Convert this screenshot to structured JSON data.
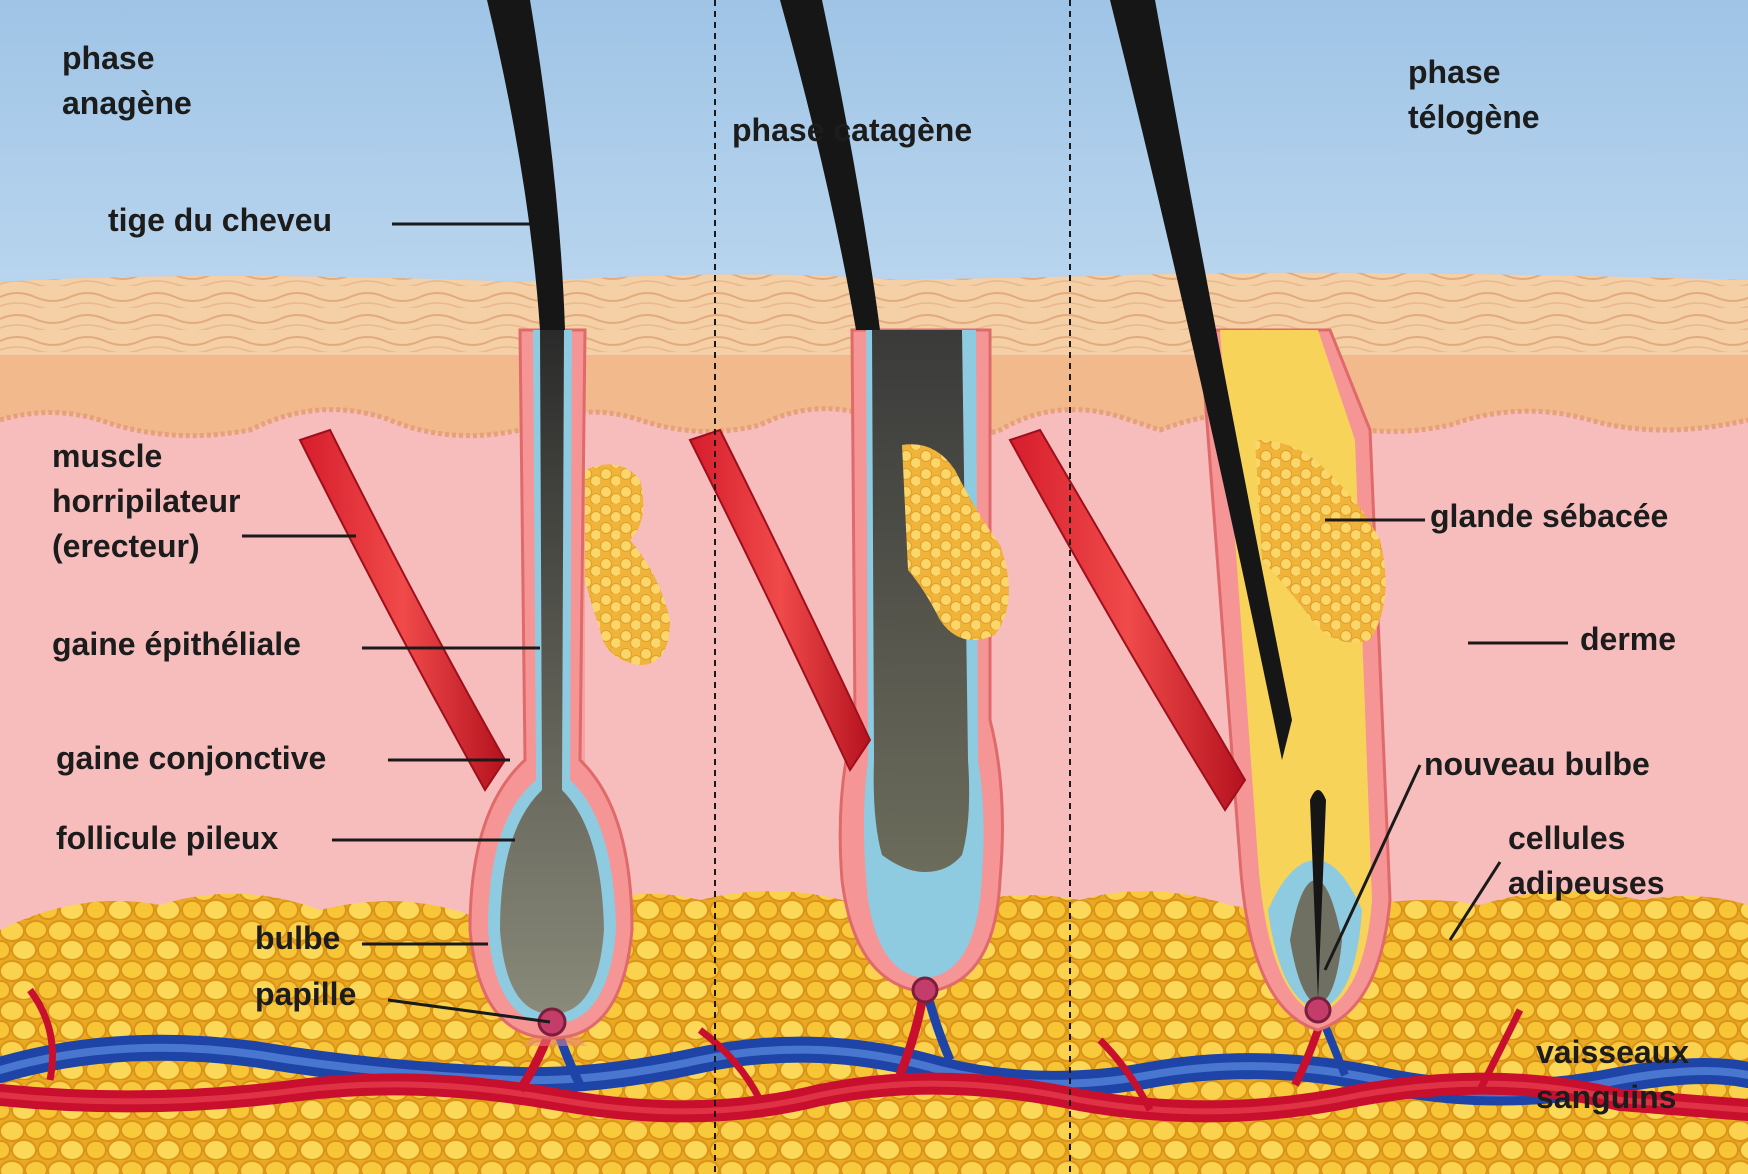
{
  "phases": {
    "anagen": [
      "phase",
      "anagène"
    ],
    "catagen": "phase catagène",
    "telogen": [
      "phase",
      "télogène"
    ]
  },
  "labels": {
    "tige": "tige du cheveu",
    "muscle": [
      "muscle",
      "horripilateur",
      "(erecteur)"
    ],
    "gaine_epitheliale": "gaine épithéliale",
    "gaine_conjonctive": "gaine conjonctive",
    "follicule": "follicule pileux",
    "bulbe": "bulbe",
    "papille": "papille",
    "glande": "glande sébacée",
    "derme": "derme",
    "nouveau_bulbe": "nouveau bulbe",
    "cellules": [
      "cellules",
      "adipeuses"
    ],
    "vaisseaux": [
      "vaisseaux",
      "sanguins"
    ]
  },
  "colors": {
    "sky": "#a9c9e8",
    "epidermis": "#f3c6a0",
    "dermis": "#f7bcbc",
    "fat": "#f5c542",
    "hair": "#161616",
    "muscle": "#cf1f2f",
    "artery": "#c8102e",
    "vein": "#2050b5",
    "inner_sheath": "#8fcbe0"
  }
}
